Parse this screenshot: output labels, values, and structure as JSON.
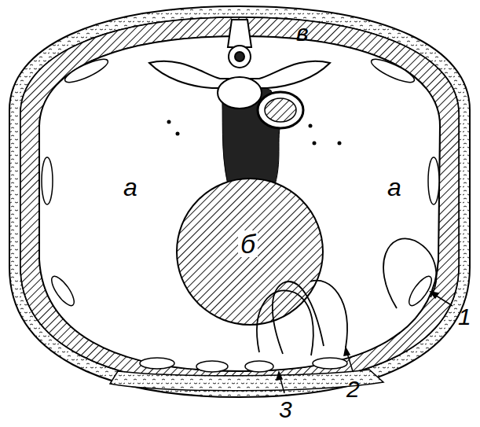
{
  "diagram": {
    "labels": [
      "а",
      "а",
      "б",
      "в",
      "1",
      "2",
      "3"
    ]
  }
}
